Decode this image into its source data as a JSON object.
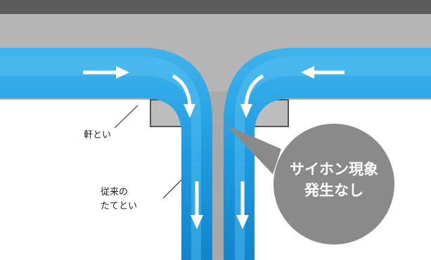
{
  "labels": {
    "eaves_gutter": "軒とい",
    "conventional_downspout_line1": "従来の",
    "conventional_downspout_line2": "たてとい"
  },
  "callout": {
    "line1": "サイホン現象",
    "line2": "発生なし"
  },
  "colors": {
    "water": "#1e9be0",
    "water_light": "#5cc3f2",
    "gutter_gray": "#b5b5b5",
    "callout_gray": "#8a8a8a",
    "arrow": "#ffffff"
  }
}
